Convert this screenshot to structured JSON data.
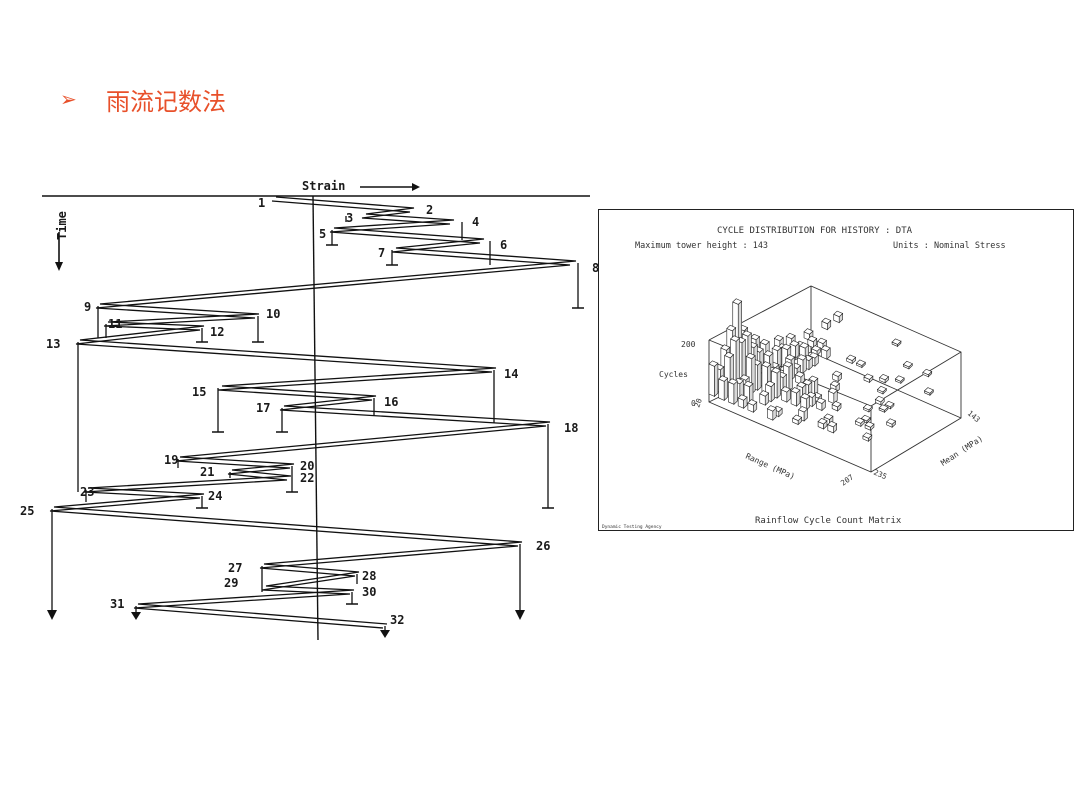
{
  "slide": {
    "bullet": "➢",
    "title": "雨流记数法"
  },
  "rainflow": {
    "strain_label": "Strain",
    "time_label": "Time",
    "peak_labels": [
      "1",
      "2",
      "3",
      "4",
      "5",
      "6",
      "7",
      "8",
      "9",
      "10",
      "11",
      "12",
      "13",
      "14",
      "15",
      "16",
      "17",
      "18",
      "19",
      "20",
      "21",
      "22",
      "23",
      "24",
      "25",
      "26",
      "27",
      "28",
      "29",
      "30",
      "31",
      "32"
    ]
  },
  "histogram": {
    "title": "CYCLE DISTRIBUTION FOR HISTORY : DTA",
    "max_tower": "Maximum tower height : 143",
    "units": "Units : Nominal Stress",
    "y_label": "Cycles",
    "y_tick_top": "200",
    "y_tick_zero": "0",
    "range_label": "Range (MPa)",
    "range_tick_start": "20",
    "range_tick_a": "207",
    "range_tick_b": "235",
    "mean_label": "Mean (MPa)",
    "mean_tick": "143",
    "agency": "Dynamic Testing Agency",
    "caption": "Rainflow Cycle Count Matrix"
  },
  "chart_data": {
    "type": "heatmap",
    "title": "CYCLE DISTRIBUTION FOR HISTORY : DTA",
    "subtitle": "Maximum tower height : 143",
    "xlabel": "Range (MPa)",
    "ylabel": "Mean (MPa)",
    "zlabel": "Cycles",
    "z_ticks": [
      0,
      200
    ],
    "max_tower_height": 143,
    "units": "Nominal Stress"
  }
}
